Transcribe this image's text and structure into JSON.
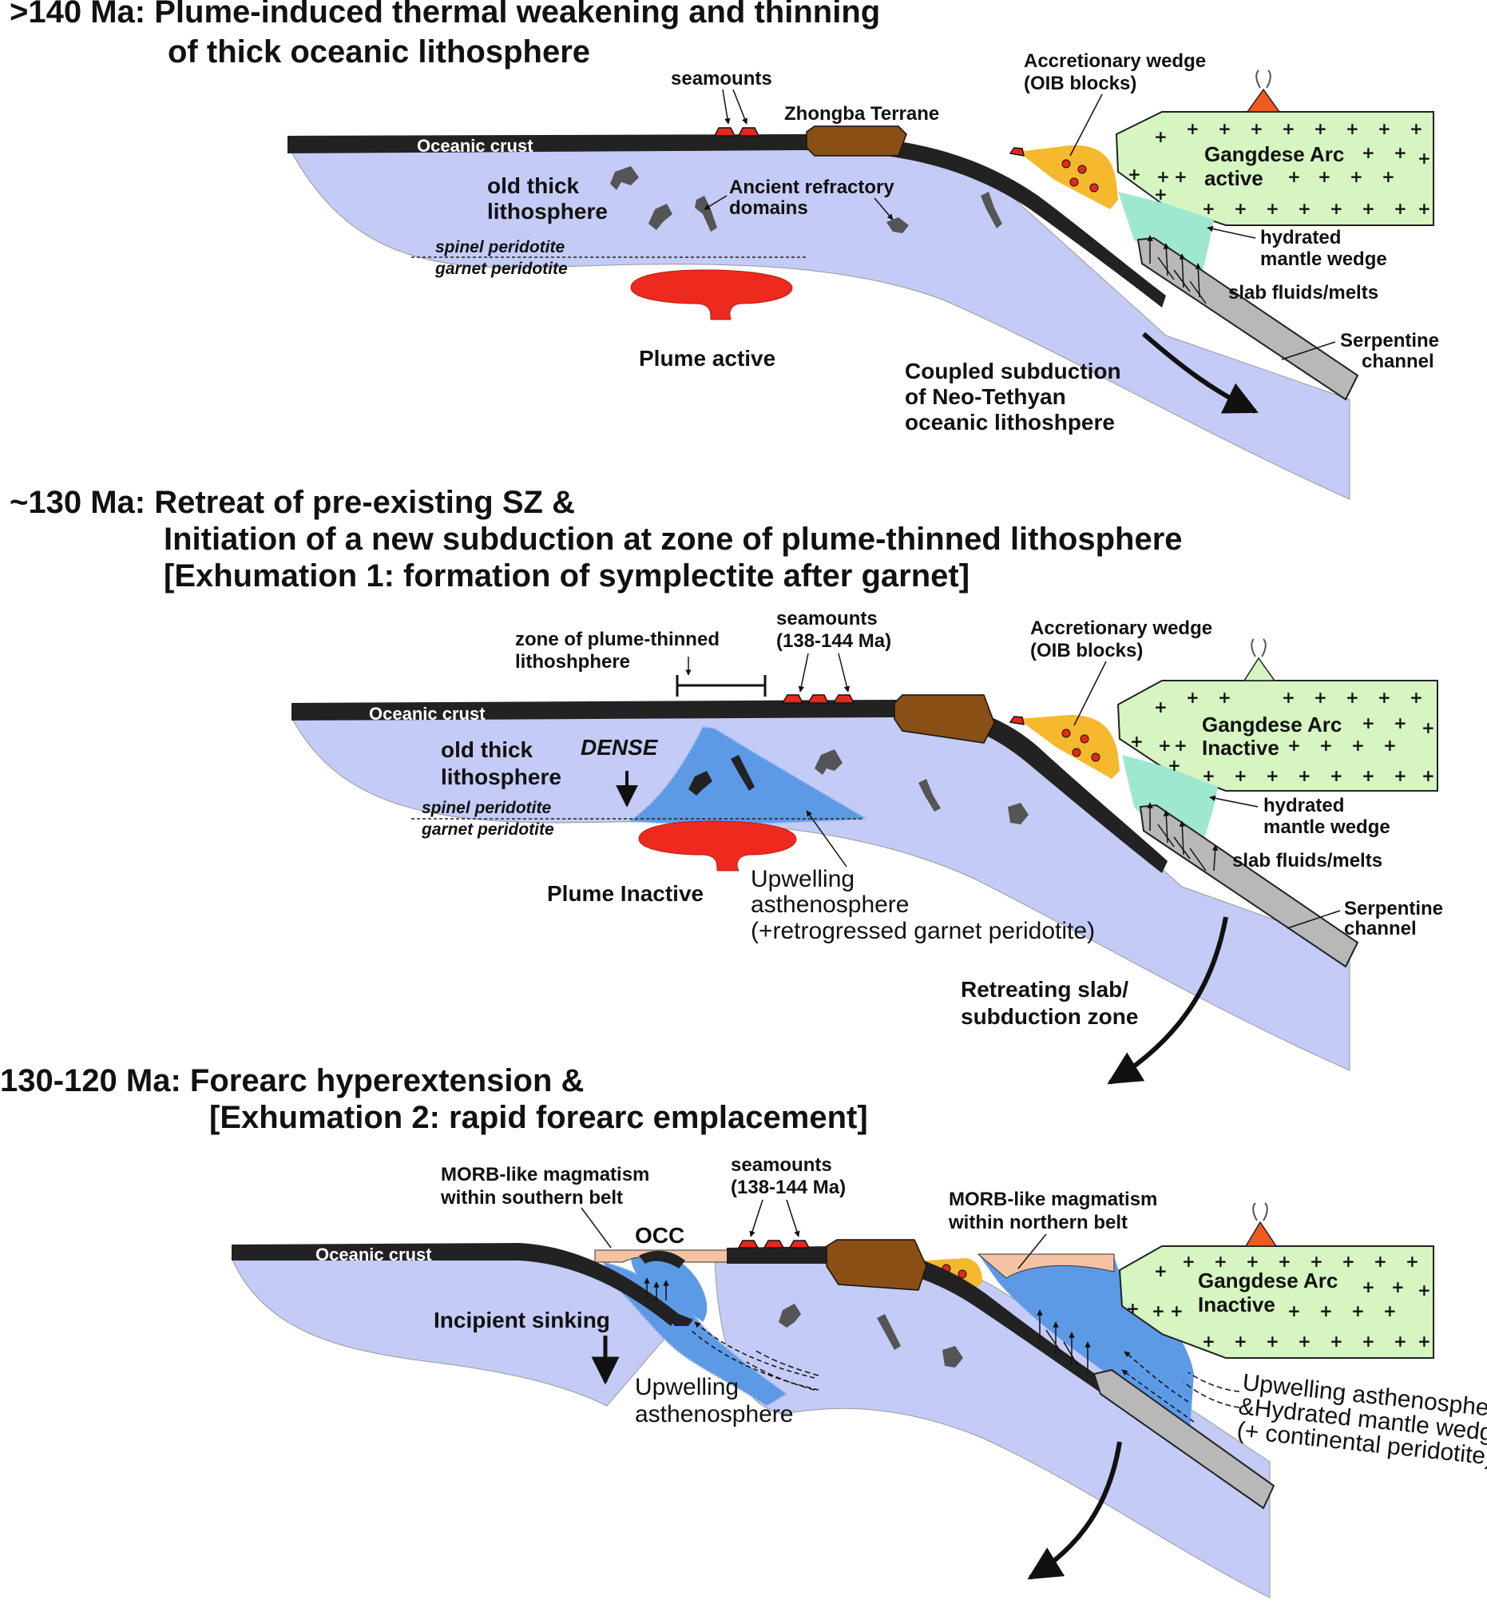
{
  "panel1": {
    "title_line1": ">140 Ma: Plume-induced thermal weakening and thinning",
    "title_line2": "of thick oceanic lithosphere",
    "oceanic_crust": "Oceanic crust",
    "seamounts": "seamounts",
    "zhongba": "Zhongba Terrane",
    "accretionary_line1": "Accretionary wedge",
    "accretionary_line2": "(OIB blocks)",
    "arc_line1": "Gangdese Arc",
    "arc_line2": "active",
    "old_thick_line1": "old thick",
    "old_thick_line2": "lithosphere",
    "ancient_line1": "Ancient refractory",
    "ancient_line2": "domains",
    "spinel": "spinel peridotite",
    "garnet": "garnet peridotite",
    "hydrated_line1": "hydrated",
    "hydrated_line2": "mantle wedge",
    "slab_fluids": "slab fluids/melts",
    "serpentine_line1": "Serpentine",
    "serpentine_line2": "channel",
    "plume": "Plume active",
    "coupled_line1": "Coupled subduction",
    "coupled_line2": "of Neo-Tethyan",
    "coupled_line3": "oceanic lithoshpere"
  },
  "panel2": {
    "title_line1": "~130 Ma: Retreat of pre-existing SZ &",
    "title_line2": "Initiation of a new subduction at zone of plume-thinned lithosphere",
    "title_line3": "[Exhumation 1: formation of symplectite after garnet]",
    "zone_line1": "zone of plume-thinned",
    "zone_line2": "lithoshphere",
    "seamounts_line1": "seamounts",
    "seamounts_line2": "(138-144 Ma)",
    "accretionary_line1": "Accretionary wedge",
    "accretionary_line2": "(OIB blocks)",
    "arc_line1": "Gangdese Arc",
    "arc_line2": "Inactive",
    "oceanic_crust": "Oceanic crust",
    "old_thick_line1": "old thick",
    "old_thick_line2": "lithosphere",
    "dense": "DENSE",
    "spinel": "spinel peridotite",
    "garnet": "garnet peridotite",
    "hydrated_line1": "hydrated",
    "hydrated_line2": "mantle wedge",
    "slab_fluids": "slab fluids/melts",
    "serpentine_line1": "Serpentine",
    "serpentine_line2": "channel",
    "plume": "Plume Inactive",
    "upwelling_line1": "Upwelling",
    "upwelling_line2": "asthenosphere",
    "upwelling_line3": "(+retrogressed garnet peridotite)",
    "retreating_line1": "Retreating slab/",
    "retreating_line2": "subduction zone"
  },
  "panel3": {
    "title_line1": "130-120 Ma: Forearc hyperextension &",
    "title_line2": "[Exhumation 2: rapid forearc emplacement]",
    "morb_south_line1": "MORB-like magmatism",
    "morb_south_line2": "within southern belt",
    "seamounts_line1": "seamounts",
    "seamounts_line2": "(138-144 Ma)",
    "morb_north_line1": "MORB-like magmatism",
    "morb_north_line2": "within northern belt",
    "occ": "OCC",
    "oceanic_crust": "Oceanic crust",
    "arc_line1": "Gangdese Arc",
    "arc_line2": "Inactive",
    "incipient": "Incipient sinking",
    "upwelling_line1": "Upwelling",
    "upwelling_line2": "asthenosphere",
    "right_line1": "Upwelling asthenosphere",
    "right_line2": "&Hydrated mantle wedge",
    "right_line3": "(+ continental peridotite)"
  },
  "colors": {
    "lithosphere": "#c4cbf6",
    "asthenosphere": "#5d9ae6",
    "hydrated_wedge": "#9fe8d0",
    "arc": "#d6f5c1",
    "crust": "#222222",
    "terrane": "#8a4f14",
    "accretionary": "#f6b82c",
    "plume": "#ee2a1e",
    "serpentine": "#b8b8b8",
    "morb": "#f5c3a4",
    "volcano": "#f05a1e"
  },
  "icons": [
    "volcano-icon",
    "plume-icon",
    "arrow-icon",
    "plus-icon"
  ]
}
